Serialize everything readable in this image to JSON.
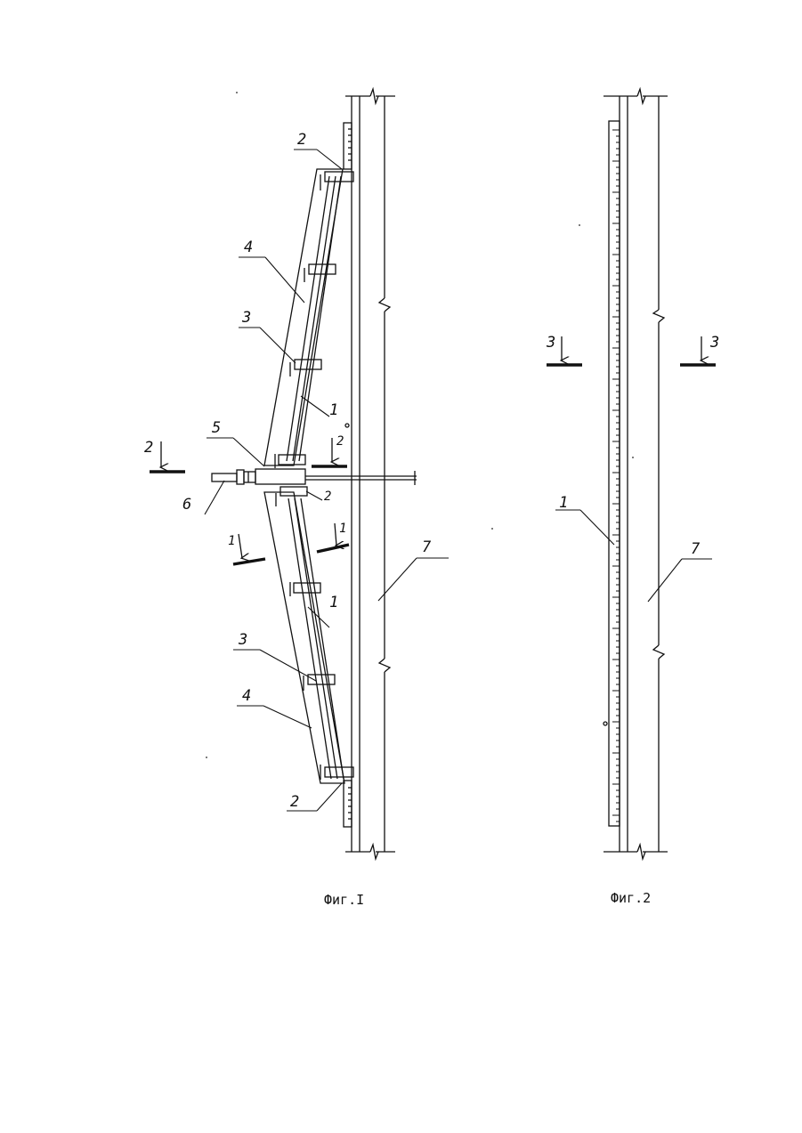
{
  "colors": {
    "ink": "#111111",
    "paper": "#ffffff"
  },
  "figures": [
    {
      "caption": "Фиг.I",
      "labels": {
        "callout_2_top": "2",
        "callout_4_top": "4",
        "callout_3_top": "3",
        "callout_1_top": "1",
        "callout_5": "5",
        "callout_6": "6",
        "callout_2_mid": "2",
        "callout_1_mid": "1",
        "callout_3_bottom": "3",
        "callout_4_bottom": "4",
        "callout_2_bottom": "2",
        "callout_7": "7",
        "section_2_left": "2",
        "section_2_right": "2",
        "section_1_left": "1",
        "section_1_right": "1"
      }
    },
    {
      "caption": "Фиг.2",
      "labels": {
        "callout_1": "1",
        "callout_7": "7",
        "section_3_left": "3",
        "section_3_right": "3"
      }
    }
  ]
}
